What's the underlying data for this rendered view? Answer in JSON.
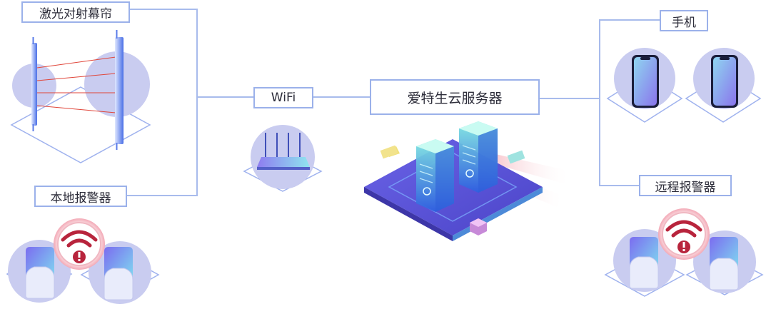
{
  "labels": {
    "light_curtain": "激光对射幕帘",
    "local_alarm": "本地报警器",
    "wifi": "WiFi",
    "cloud_server": "爱特生云服务器",
    "phone": "手机",
    "remote_alarm": "远程报警器"
  },
  "colors": {
    "connector": "#a8bbec",
    "label_border": "#9bb1ea",
    "circle_fill": "#c9ccf0",
    "rhombus_stroke": "#9fb2ee",
    "laser": "#e0463a",
    "alarm_red": "#b8243c",
    "server_platform": "#5a52d6"
  }
}
